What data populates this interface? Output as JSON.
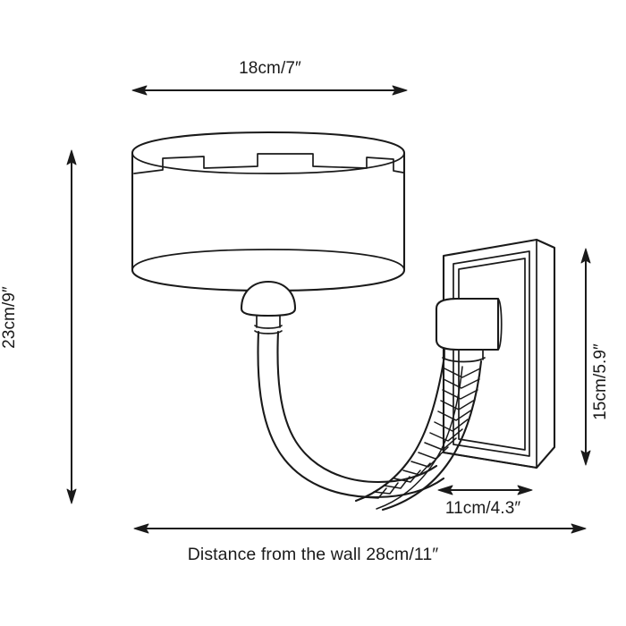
{
  "drawing": {
    "subject": "wall-sconce-dimension-diagram",
    "background_color": "#ffffff",
    "line_color": "#1a1a1a",
    "dimensions": {
      "shade_width": "18cm/7″",
      "overall_height": "23cm/9″",
      "backplate_height": "15cm/5.9″",
      "backplate_depth": "11cm/4.3″",
      "wall_distance_caption": "Distance from the wall 28cm/11″"
    },
    "parts": {
      "shade": "drum-lampshade-with-greek-key-band",
      "fitting": "dome-shade-fitting",
      "arm": "curved-swan-neck-arm",
      "backplate": "rectangular-wall-backplate",
      "junction": "cylindrical-junction-box",
      "cord": "braided-fabric-cord"
    }
  }
}
